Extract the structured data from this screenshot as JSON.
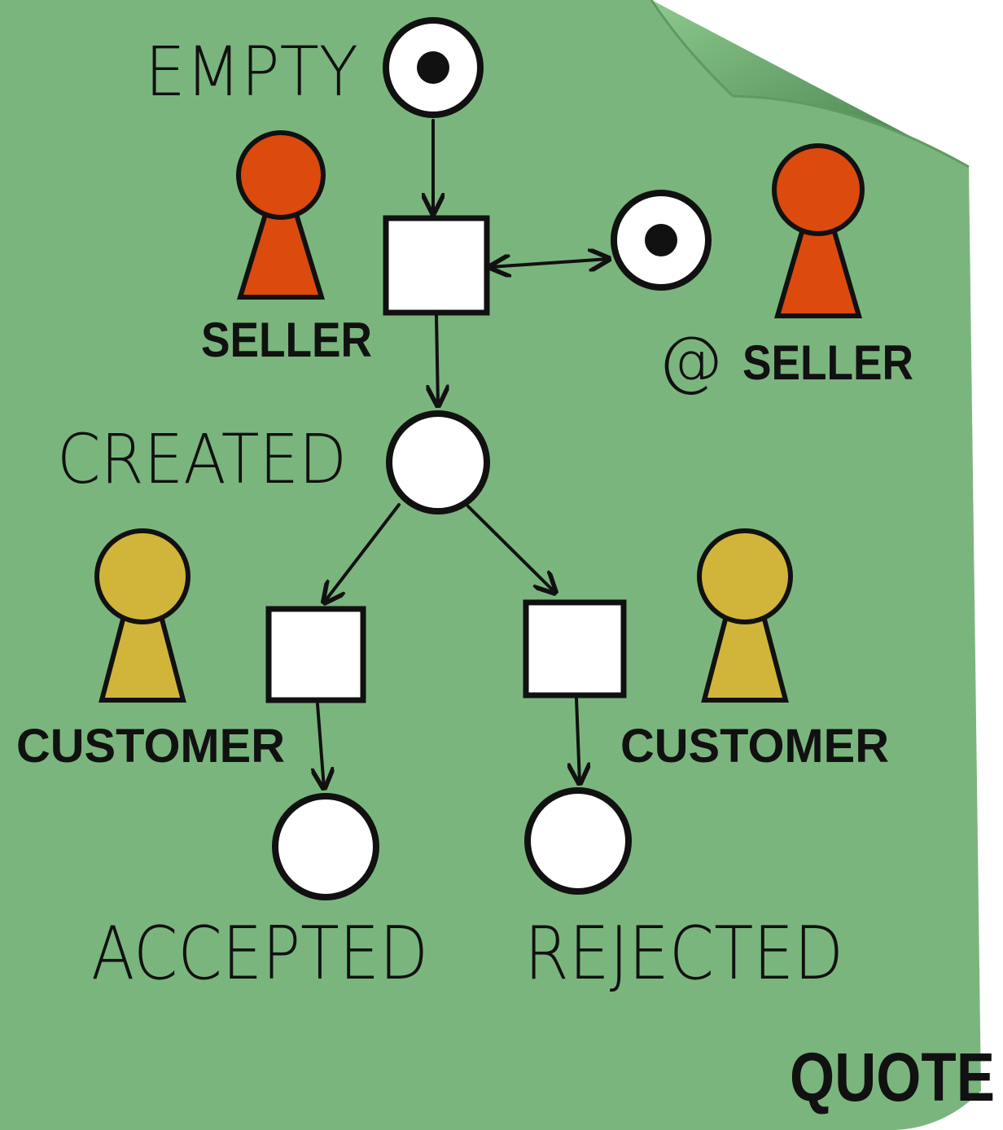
{
  "document": {
    "title": "QUOTE",
    "background_color": "#7bb57e",
    "fold_color": "#4e8a50"
  },
  "states": {
    "empty": "EMPTY",
    "created": "CREATED",
    "accepted": "ACCEPTED",
    "rejected": "REJECTED"
  },
  "roles": {
    "seller_left": "SELLER",
    "seller_right_prefix": "@",
    "seller_right": "SELLER",
    "customer_left": "CUSTOMER",
    "customer_right": "CUSTOMER",
    "seller_color": "#dc4a0e",
    "customer_color": "#d1b53a"
  },
  "legend_icons": {
    "place": "circle-place-icon",
    "token_place": "token-place-icon",
    "transition": "transition-square-icon",
    "actor": "pawn-actor-icon"
  }
}
